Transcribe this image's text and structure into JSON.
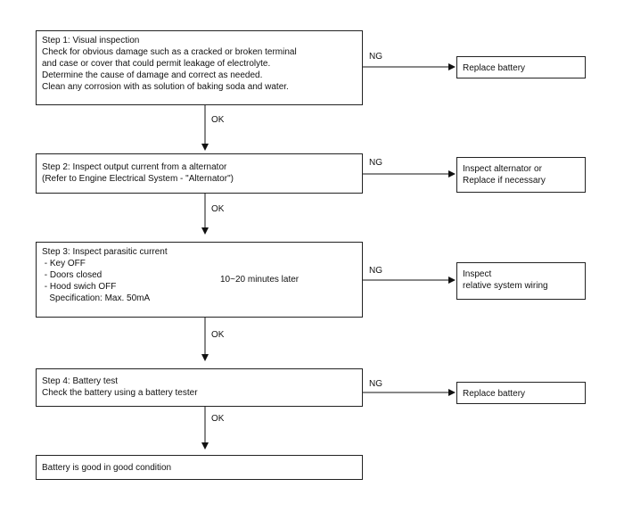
{
  "step1": {
    "lines": [
      "Step 1: Visual inspection",
      "Check for obvious damage such as a cracked or broken terminal",
      "and case or cover that could permit leakage of electrolyte.",
      "Determine the cause of damage and correct as needed.",
      "Clean any corrosion with as solution of baking soda and water."
    ],
    "ng": "NG",
    "result_lines": [
      "Replace battery"
    ]
  },
  "ok1": "OK",
  "step2": {
    "lines": [
      "Step 2: Inspect output current from a alternator",
      "(Refer to Engine Electrical System - \"Alternator\")"
    ],
    "ng": "NG",
    "result_lines": [
      "Inspect alternator or",
      "Replace if necessary"
    ]
  },
  "ok2": "OK",
  "step3": {
    "lines": [
      "Step 3: Inspect parasitic current",
      " - Key OFF",
      " - Doors closed",
      " - Hood swich OFF",
      "   Specification: Max. 50mA"
    ],
    "bracket_note": "10~20 minutes later",
    "ng": "NG",
    "result_lines": [
      "Inspect",
      "relative system wiring"
    ]
  },
  "ok3": "OK",
  "step4": {
    "lines": [
      "Step 4: Battery test",
      "Check the battery using a battery tester"
    ],
    "ng": "NG",
    "result_lines": [
      "Replace battery"
    ]
  },
  "ok4": "OK",
  "final": {
    "lines": [
      "Battery is good in good condition"
    ]
  }
}
